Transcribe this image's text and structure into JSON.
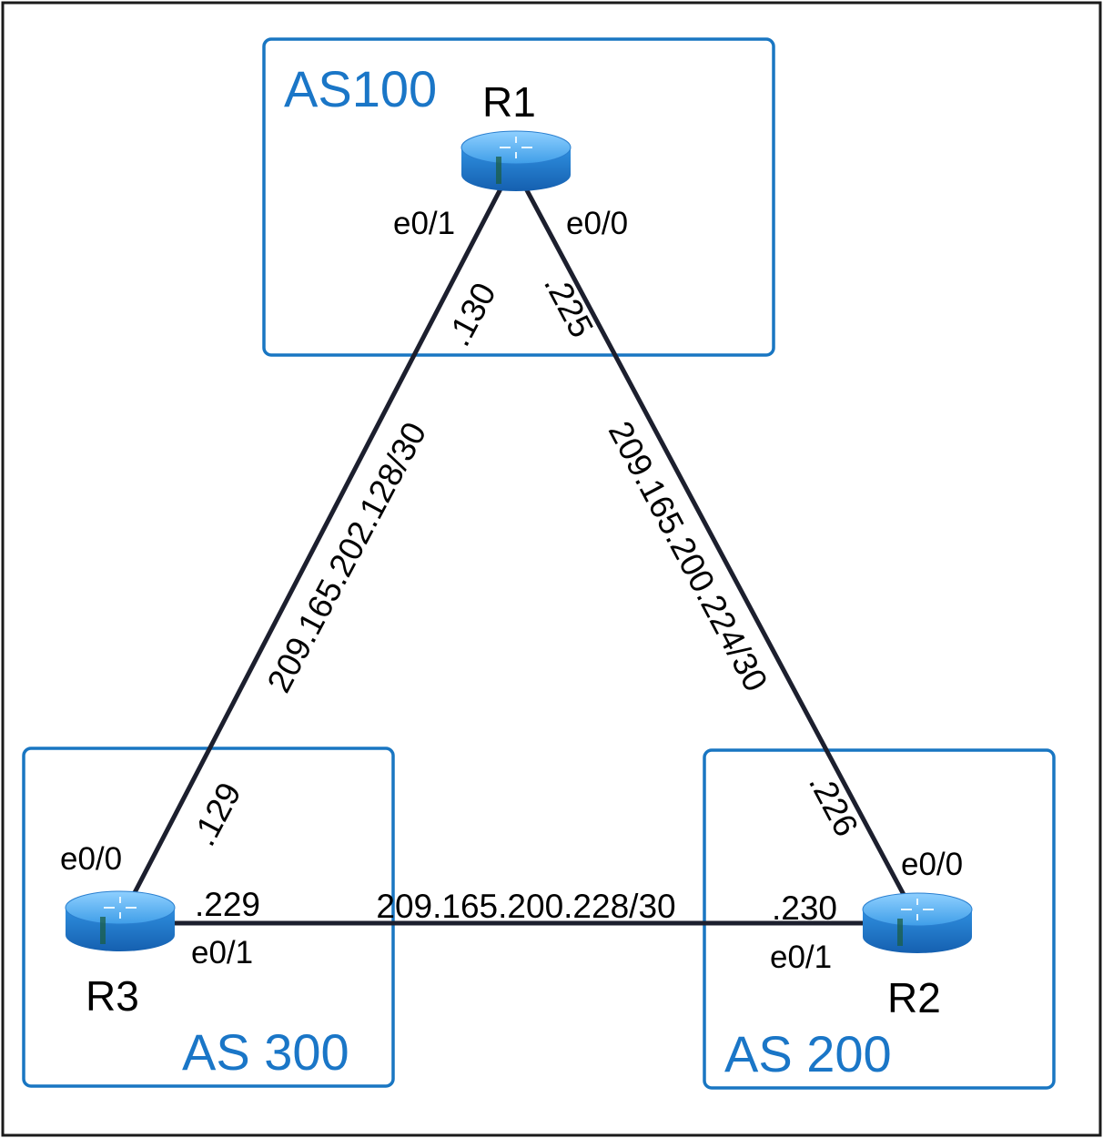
{
  "as_boxes": {
    "as100": "AS100",
    "as200": "AS 200",
    "as300": "AS 300"
  },
  "routers": {
    "r1": {
      "name": "R1",
      "interfaces": {
        "e0_1": "e0/1",
        "e0_0": "e0/0"
      },
      "addresses": {
        "to_r3": ".130",
        "to_r2": ".225"
      }
    },
    "r2": {
      "name": "R2",
      "interfaces": {
        "e0_0": "e0/0",
        "e0_1": "e0/1"
      },
      "addresses": {
        "to_r1": ".226",
        "to_r3": ".230"
      }
    },
    "r3": {
      "name": "R3",
      "interfaces": {
        "e0_0": "e0/0",
        "e0_1": "e0/1"
      },
      "addresses": {
        "to_r1": ".129",
        "to_r2": ".229"
      }
    }
  },
  "links": {
    "r1_r3": "209.165.202.128/30",
    "r1_r2": "209.165.200.224/30",
    "r3_r2": "209.165.200.228/30"
  },
  "colors": {
    "as_box_stroke": "#1976c2",
    "as_label": "#1a76c7",
    "router_body": "#2e8ee0",
    "link": "#1c1f2e"
  },
  "icons": {
    "router": "router-icon"
  }
}
